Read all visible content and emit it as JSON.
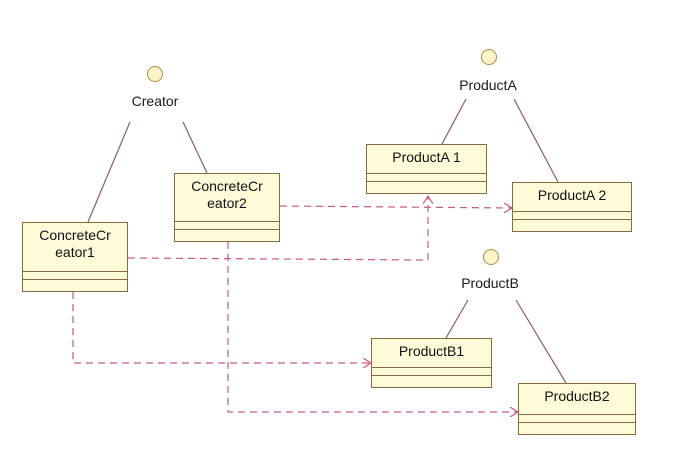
{
  "interfaces": {
    "creator": "Creator",
    "product_a": "ProductA",
    "product_b": "ProductB"
  },
  "classes": {
    "concrete_creator1": "ConcreteCr\neator1",
    "concrete_creator2": "ConcreteCr\neator2",
    "product_a1": "ProductA 1",
    "product_a2": "ProductA 2",
    "product_b1": "ProductB1",
    "product_b2": "ProductB2"
  },
  "colors": {
    "class_fill": "#fdfbd8",
    "class_border": "#8b6b3e",
    "dependency_line": "#c75a7a",
    "realization_line": "#8a5a6a"
  }
}
